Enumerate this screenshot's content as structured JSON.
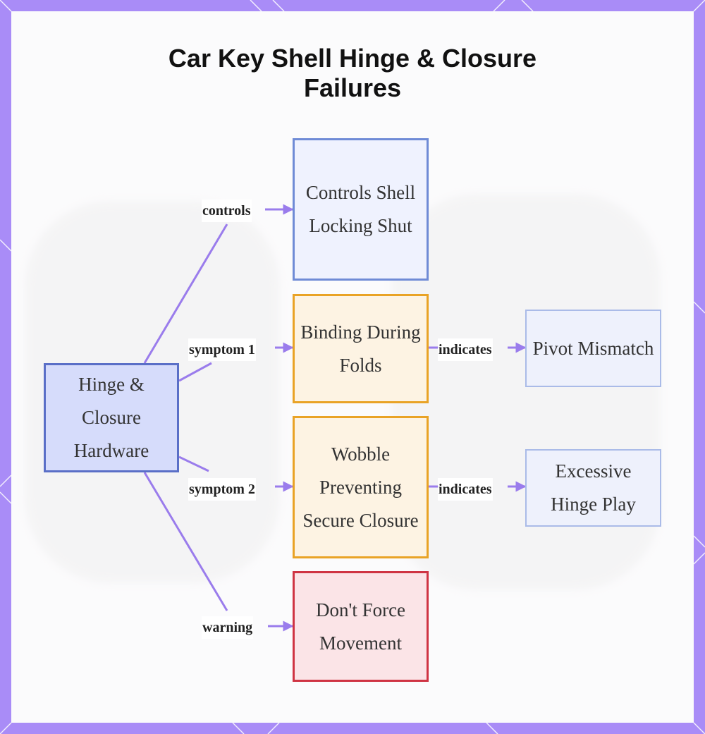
{
  "title": [
    "Car Key Shell Hinge & Closure",
    "Failures"
  ],
  "colors": {
    "frame": "#a98cf7",
    "edge": "#9a7cec",
    "root_fill": "#d6dcfb",
    "root_border": "#5a6fc7",
    "symptom_border": "#e9a326",
    "warning_border": "#cf3443"
  },
  "nodes": {
    "root": "Hinge & Closure Hardware",
    "controls": "Controls Shell Locking Shut",
    "binding": "Binding During Folds",
    "wobble": "Wobble Preventing Secure Closure",
    "pivot": "Pivot Mismatch",
    "hinge_play": "Excessive Hinge Play",
    "warning": "Don't Force Movement"
  },
  "edge_labels": {
    "controls": "controls",
    "symptom1": "symptom 1",
    "symptom2": "symptom 2",
    "warning": "warning",
    "indicates1": "indicates",
    "indicates2": "indicates"
  }
}
